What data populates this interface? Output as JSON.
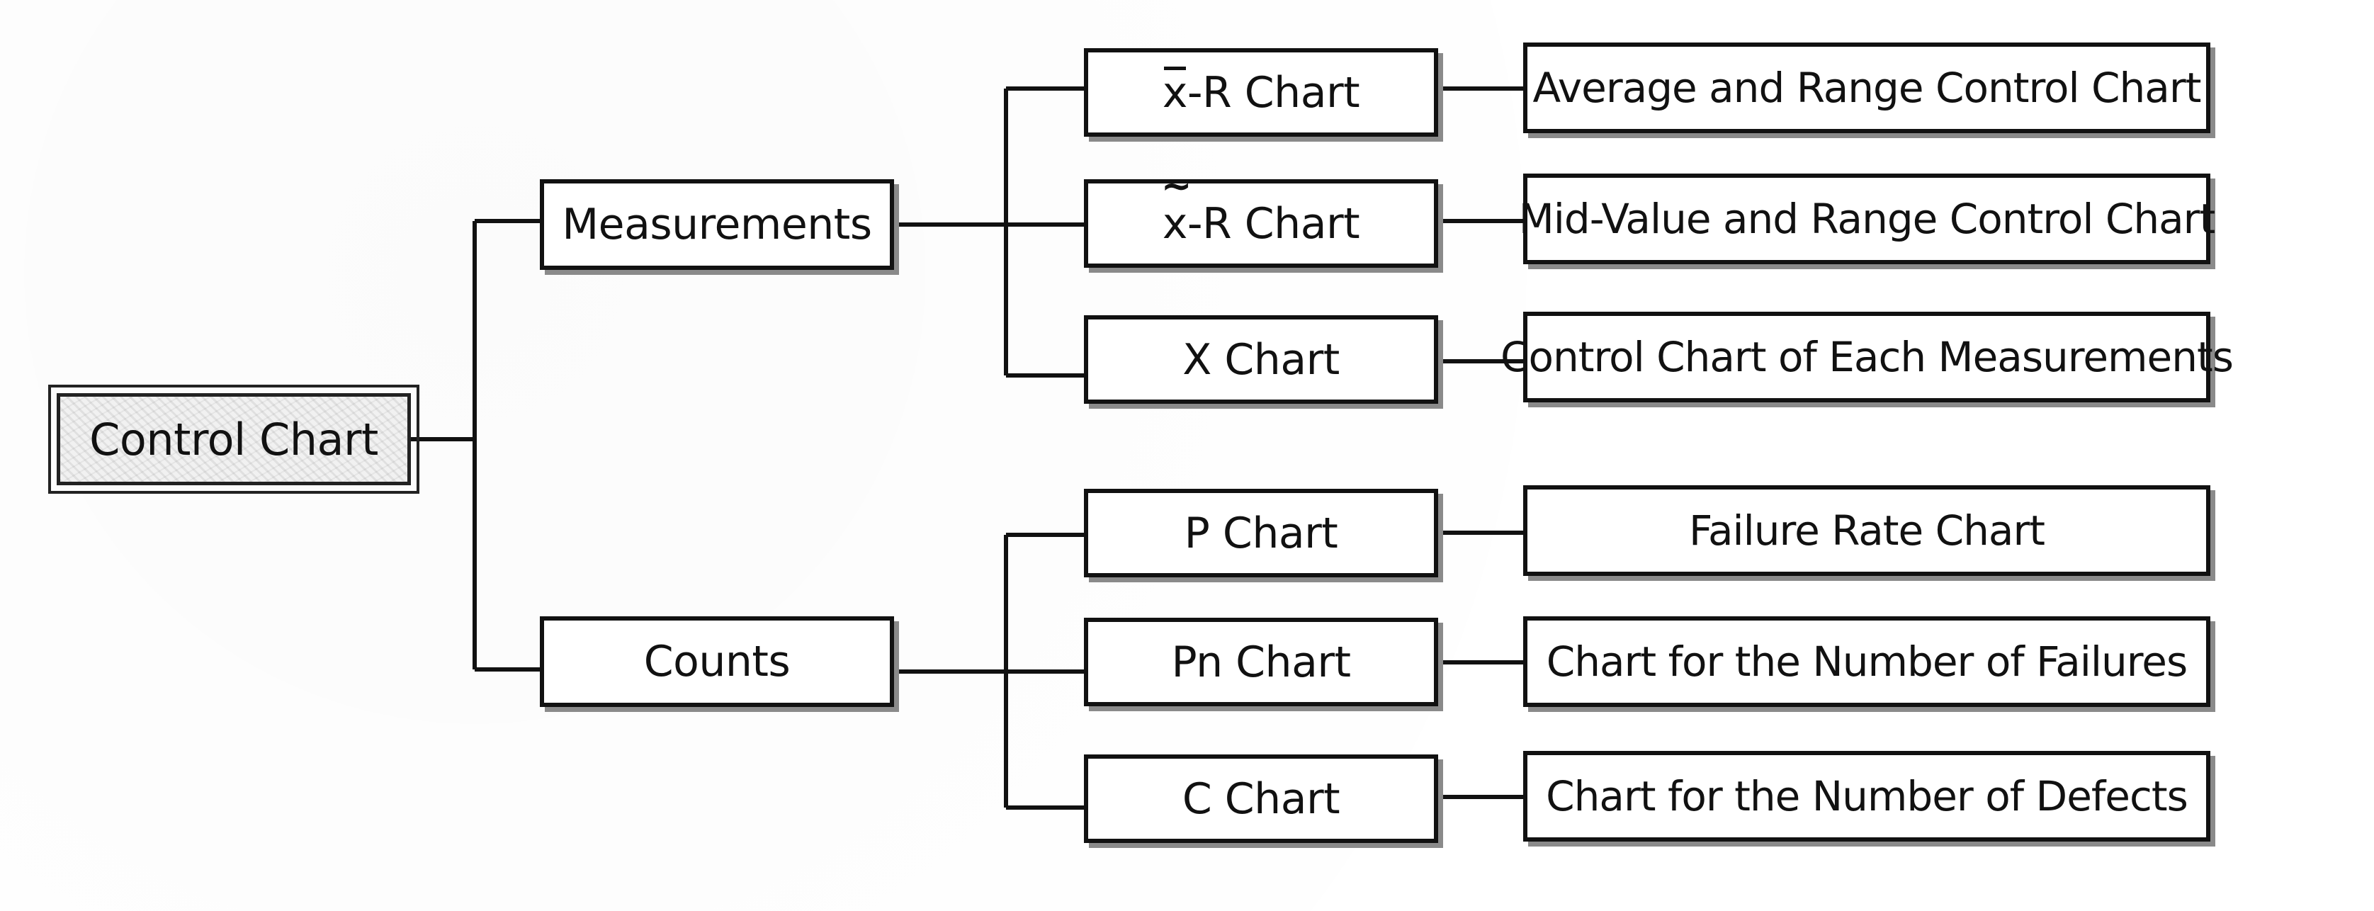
{
  "root": {
    "label": "Control Chart"
  },
  "groups": {
    "measurements": {
      "label": "Measurements"
    },
    "counts": {
      "label": "Counts"
    }
  },
  "charts": {
    "xbar_r": {
      "symbol": "x",
      "suffix": "-R Chart",
      "description": "Average and Range Control Chart"
    },
    "median_r": {
      "symbol": "x",
      "suffix": "-R Chart",
      "description": "Mid-Value and Range Control Chart"
    },
    "x": {
      "label": "X Chart",
      "description": "Control Chart of Each Measurements"
    },
    "p": {
      "label": "P Chart",
      "description": "Failure Rate Chart"
    },
    "pn": {
      "label": "Pn Chart",
      "description": "Chart for the Number of Failures"
    },
    "c": {
      "label": "C Chart",
      "description": "Chart for the Number of Defects"
    }
  },
  "colors": {
    "line": "#111111",
    "shadow": "#8a8a8a"
  }
}
